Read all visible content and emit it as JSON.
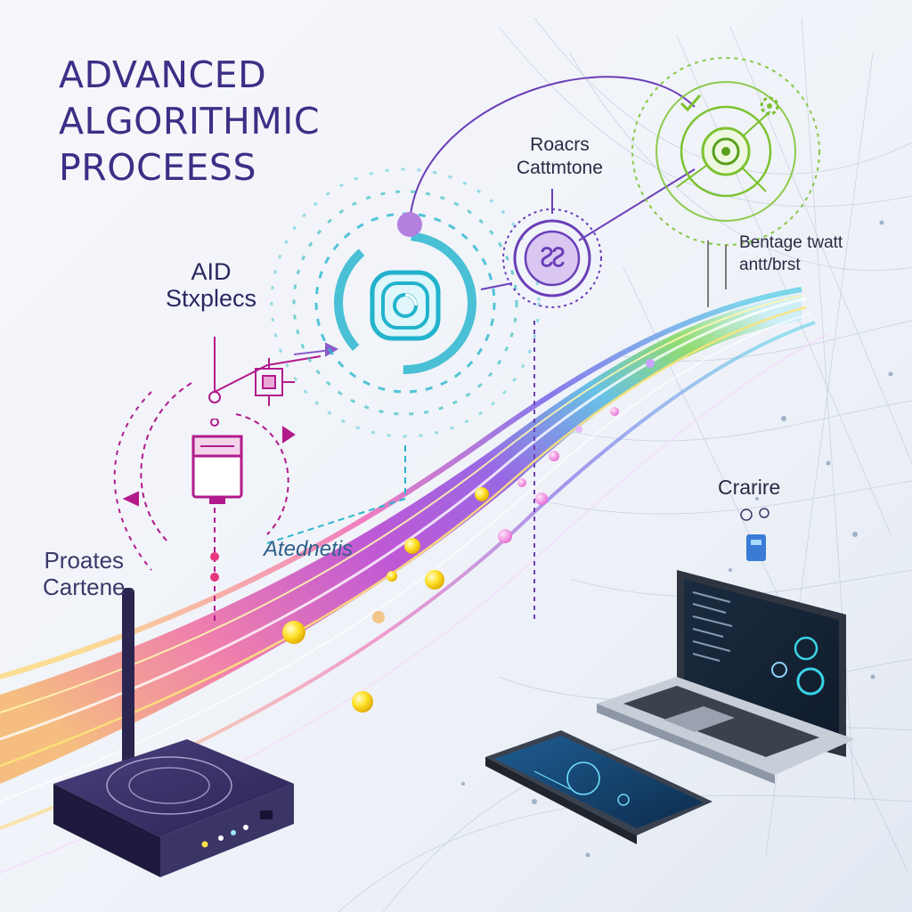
{
  "title": {
    "line1": "ADVANCED",
    "line2": "ALGORITHMIC",
    "line3": "PROCEESS"
  },
  "labels": {
    "aid": {
      "line1": "AID",
      "line2": "Stxplecs"
    },
    "proates": {
      "line1": "Proates",
      "line2": "Cartene"
    },
    "atednetis": "Atednetis",
    "roacrs": {
      "line1": "Roacrs",
      "line2": "Cattmtone"
    },
    "bentage": {
      "line1": "Bentage twatt",
      "line2": "antt/brst"
    },
    "crarire": "Crarire"
  },
  "icons": {
    "aid_icon": "ssr-chip-icon",
    "center_icon": "cyan-spiral-icon",
    "roacrs_icon": "ss-node-icon",
    "green_hub": "green-target-icon"
  },
  "colors": {
    "title": "#3b2f86",
    "magenta": "#b21a8c",
    "cyan": "#2bb6cf",
    "purple": "#8a5bc9",
    "green": "#7cc230",
    "yellow": "#f2d21a"
  }
}
